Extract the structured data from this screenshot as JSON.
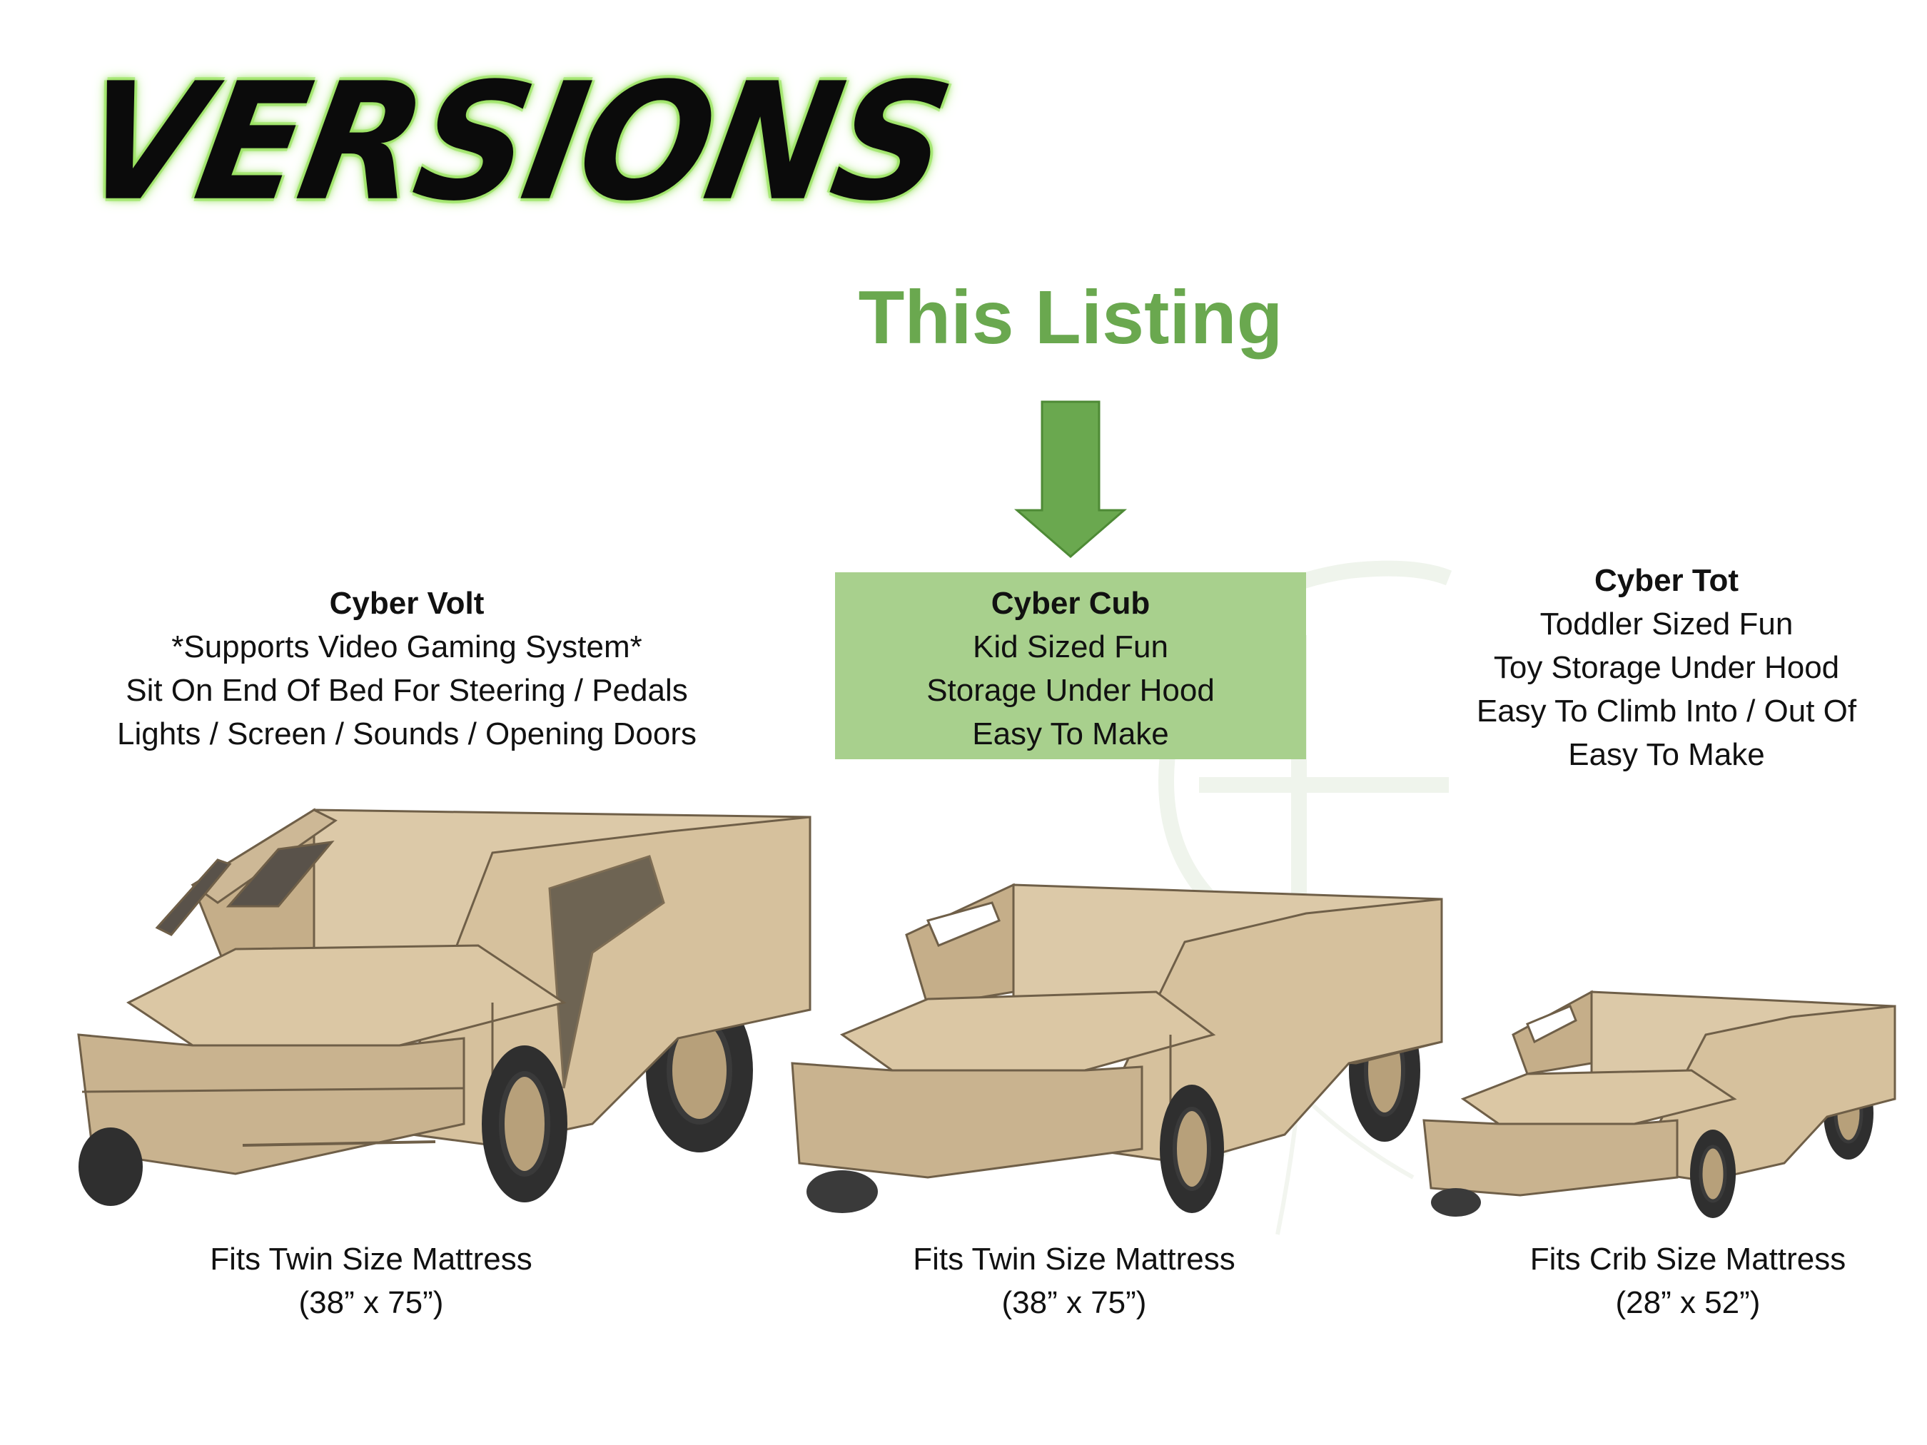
{
  "header": {
    "title": "VERSIONS"
  },
  "highlight": {
    "label": "This Listing",
    "arrow_icon": "arrow-down-icon",
    "color": "#6aa84f",
    "box_color": "#a8d08d"
  },
  "versions": [
    {
      "name": "Cyber Volt",
      "features": [
        "*Supports Video Gaming System*",
        "Sit On End Of Bed For Steering / Pedals",
        "Lights / Screen / Sounds / Opening Doors"
      ],
      "fits": "Fits Twin Size Mattress",
      "dimensions": "(38” x 75”)"
    },
    {
      "name": "Cyber Cub",
      "features": [
        "Kid Sized Fun",
        "Storage Under Hood",
        "Easy To Make"
      ],
      "fits": "Fits Twin Size Mattress",
      "dimensions": "(38” x 75”)"
    },
    {
      "name": "Cyber Tot",
      "features": [
        "Toddler Sized Fun",
        "Toy Storage Under Hood",
        "Easy To Climb Into / Out Of",
        "Easy To Make"
      ],
      "fits": "Fits Crib Size Mattress",
      "dimensions": "(28” x 52”)"
    }
  ],
  "colors": {
    "wood": "#cdb896",
    "wood_light": "#dcc9a8",
    "wood_dark": "#a8916c",
    "tire": "#3a3a3a",
    "title_glow": "#9be15f"
  }
}
